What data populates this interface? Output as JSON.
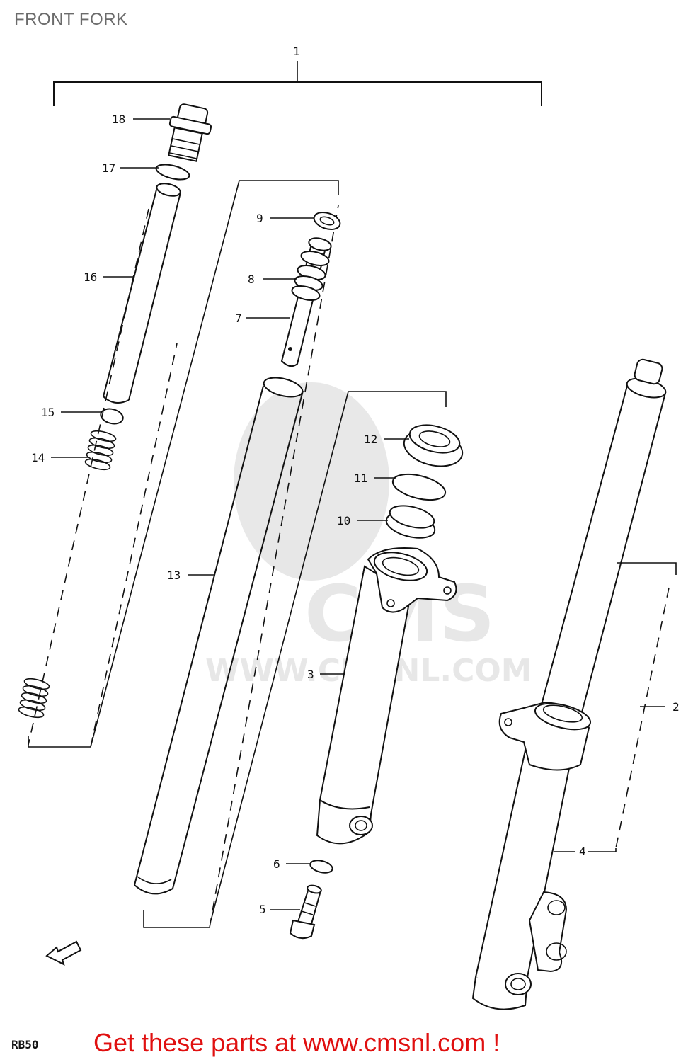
{
  "title": "FRONT FORK",
  "model": "RB50",
  "footer": "Get these parts at www.cmsnl.com !",
  "watermark": {
    "logo_text": "CMS",
    "url_text": "WWW.CMSNL.COM"
  },
  "parts": [
    {
      "id": "1"
    },
    {
      "id": "2"
    },
    {
      "id": "3"
    },
    {
      "id": "4"
    },
    {
      "id": "5"
    },
    {
      "id": "6"
    },
    {
      "id": "7"
    },
    {
      "id": "8"
    },
    {
      "id": "9"
    },
    {
      "id": "10"
    },
    {
      "id": "11"
    },
    {
      "id": "12"
    },
    {
      "id": "13"
    },
    {
      "id": "14"
    },
    {
      "id": "15"
    },
    {
      "id": "16"
    },
    {
      "id": "17"
    },
    {
      "id": "18"
    }
  ],
  "colors": {
    "footer": "#e01010",
    "lines": "#111111",
    "title": "#6b6b6b"
  }
}
